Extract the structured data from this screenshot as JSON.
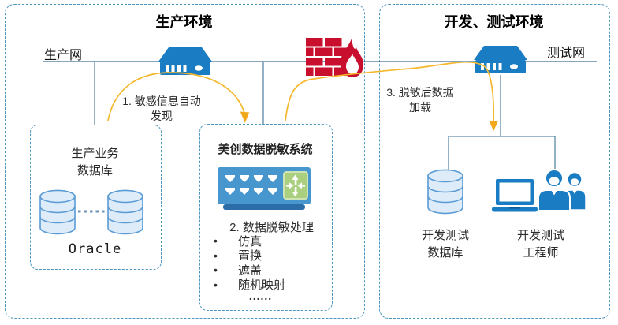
{
  "production": {
    "title": "生产环境",
    "network_label": "生产网",
    "db_box": {
      "name_line1": "生产业务",
      "name_line2": "数据库",
      "engine": "Oracle"
    }
  },
  "devtest": {
    "title": "开发、测试环境",
    "network_label": "测试网",
    "database": {
      "line1": "开发测试",
      "line2": "数据库"
    },
    "engineers": {
      "line1": "开发测试",
      "line2": "工程师"
    }
  },
  "masking_box": {
    "title": "美创数据脱敏系统",
    "process_label": "2. 数据脱敏处理",
    "bullet": "•",
    "methods": [
      "仿真",
      "置换",
      "遮盖",
      "随机映射"
    ],
    "more": "......"
  },
  "flows": {
    "step1_line1": "1. 敏感信息自动",
    "step1_line2": "发现",
    "step3_line1": "3. 脱敏后数据",
    "step3_line2": "加载"
  },
  "icons": {
    "switch": "network-switch-icon",
    "firewall": "firewall-brick-flame-icon",
    "appliance": "masking-appliance-icon",
    "database": "database-cylinder-icon",
    "laptop": "laptop-icon",
    "engineers": "two-people-icon"
  },
  "colors": {
    "device_blue": "#1a7cc2",
    "appliance_blue": "#4796ce",
    "appliance_base": "#2c6da8",
    "green_panel": "#a9cf7f",
    "firewall_red": "#c8102e",
    "arrow_orange": "#f5b72e",
    "dashed_border": "#4a94bd",
    "connector_line": "#3f7296",
    "cylinder_stroke": "#5b9bd5",
    "cylinder_fill": "#ddecf8"
  }
}
